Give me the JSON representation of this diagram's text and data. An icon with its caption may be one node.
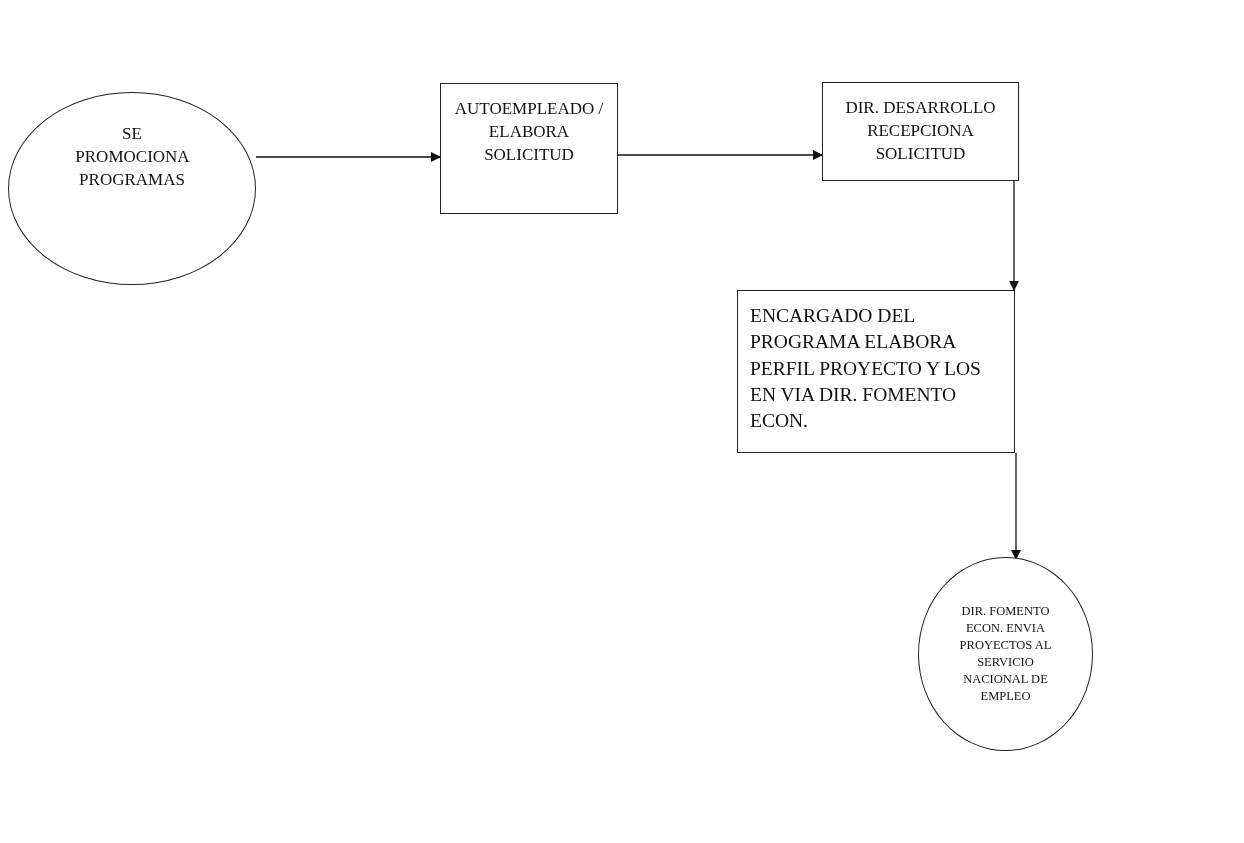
{
  "diagram": {
    "nodes": [
      {
        "text": [
          "SE PROMOCIONA PROGRAMAS"
        ]
      },
      {
        "text": [
          "AUTOEMPLEADO / ELABORA SOLICITUD"
        ]
      },
      {
        "text": [
          "DIR. DESARROLLO RECEPCIONA SOLICITUD"
        ]
      },
      {
        "text": [
          "ENCARGADO DEL PROGRAMA ELABORA PERFIL PROYECTO Y LOS EN VIA DIR. FOMENTO ECON."
        ]
      },
      {
        "text": [
          "DIR. FOMENTO ECON. ENVIA PROYECTOS AL SERVICIO NACIONAL DE EMPLEO"
        ]
      }
    ],
    "edges": [
      {
        "from": 0,
        "to": 1,
        "arrow": "to"
      },
      {
        "from": 1,
        "to": 2,
        "arrow": "to"
      },
      {
        "from": 2,
        "to": 3,
        "arrow": "to"
      },
      {
        "from": 3,
        "to": 4,
        "arrow": "to"
      }
    ]
  }
}
